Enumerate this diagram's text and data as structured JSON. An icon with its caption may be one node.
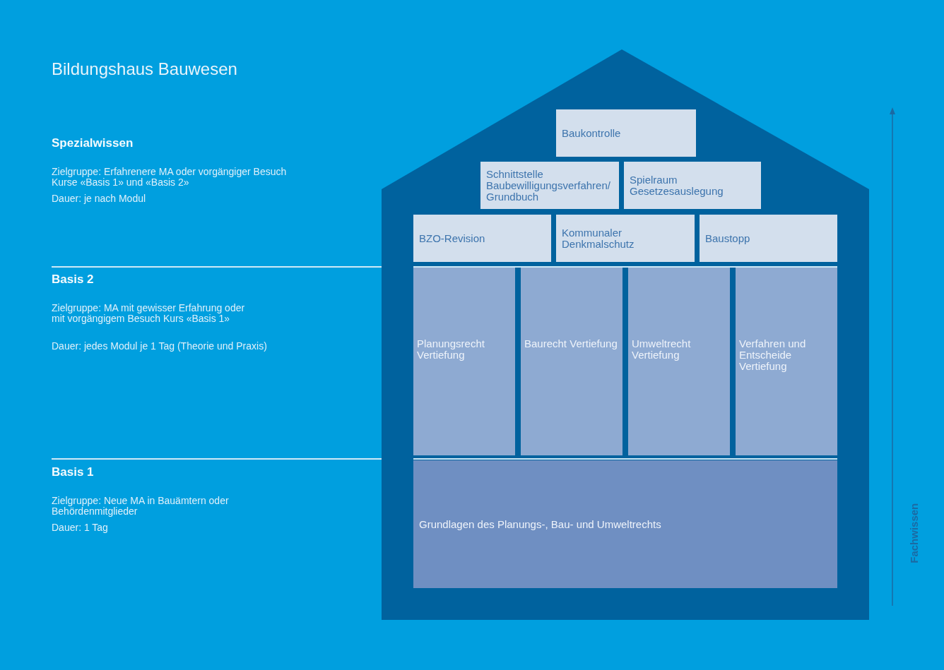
{
  "diagram": {
    "title": "Bildungshaus Bauwesen",
    "nodes": [
      {
        "text": [],
        "shape": "house"
      },
      {
        "text": [
          "Baukontrolle"
        ],
        "in": 0
      },
      {
        "text": [
          "Schnittstelle Baubewilligungsverfahren/ Grundbuch"
        ],
        "in": 0
      },
      {
        "text": [
          "Spielraum Gesetzesauslegung"
        ],
        "in": 0
      },
      {
        "text": [
          "BZO-Revision"
        ],
        "in": 0
      },
      {
        "text": [
          "Kommunaler Denkmalschutz"
        ],
        "in": 0
      },
      {
        "text": [
          "Baustopp"
        ],
        "in": 0
      },
      {
        "text": [
          "Planungsrecht Vertiefung"
        ],
        "in": 0
      },
      {
        "text": [
          "Baurecht Vertiefung"
        ],
        "in": 0
      },
      {
        "text": [
          "Umweltrecht Vertiefung"
        ],
        "in": 0
      },
      {
        "text": [
          "Verfahren und Entscheide Vertiefung"
        ],
        "in": 0
      },
      {
        "text": [
          "Grundlagen des Planungs-, Bau- und Umweltrechts"
        ],
        "in": 0
      }
    ],
    "labels": [
      "Spezialwissen",
      "Zielgruppe: Erfahrenere MA oder vorgängiger Besuch Kurse «Basis 1» und «Basis 2»",
      "Dauer: je nach Modul",
      "Basis 2",
      "Zielgruppe: MA mit gewisser Erfahrung oder mit vorgängigem Besuch Kurs «Basis 1»",
      "Dauer: jedes Modul je 1 Tag (Theorie und Praxis)",
      "Basis 1",
      "Zielgruppe: Neue MA in Bauämtern oder Behördenmitglieder",
      "Dauer: 1 Tag",
      "Fachwissen"
    ]
  }
}
